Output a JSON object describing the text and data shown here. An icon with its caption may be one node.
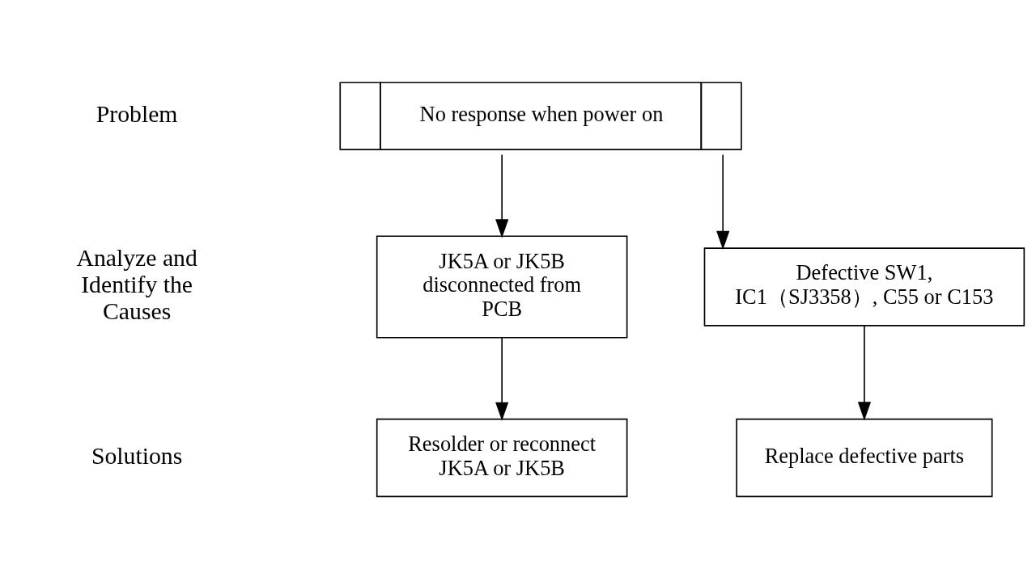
{
  "diagram": {
    "nodes": [
      {
        "text": [
          "No response when power on"
        ]
      },
      {
        "text": [
          "Defective SW1, IC1（SJ3358）, C55 or C153"
        ]
      },
      {
        "text": [
          "JK5A or JK5B disconnected from PCB"
        ]
      },
      {
        "text": [
          "Replace defective parts"
        ]
      },
      {
        "text": [
          "Resolder or reconnect JK5A or JK5B"
        ]
      }
    ],
    "edges": [
      {
        "from": 0,
        "to": 1,
        "arrow": "to"
      },
      {
        "from": 0,
        "to": 2,
        "arrow": "to"
      },
      {
        "from": 1,
        "to": 3,
        "arrow": "to"
      },
      {
        "from": 2,
        "to": 4,
        "arrow": "to"
      }
    ],
    "labels": [
      "Problem",
      "Analyze and Identify the Causes",
      "Solutions"
    ]
  }
}
